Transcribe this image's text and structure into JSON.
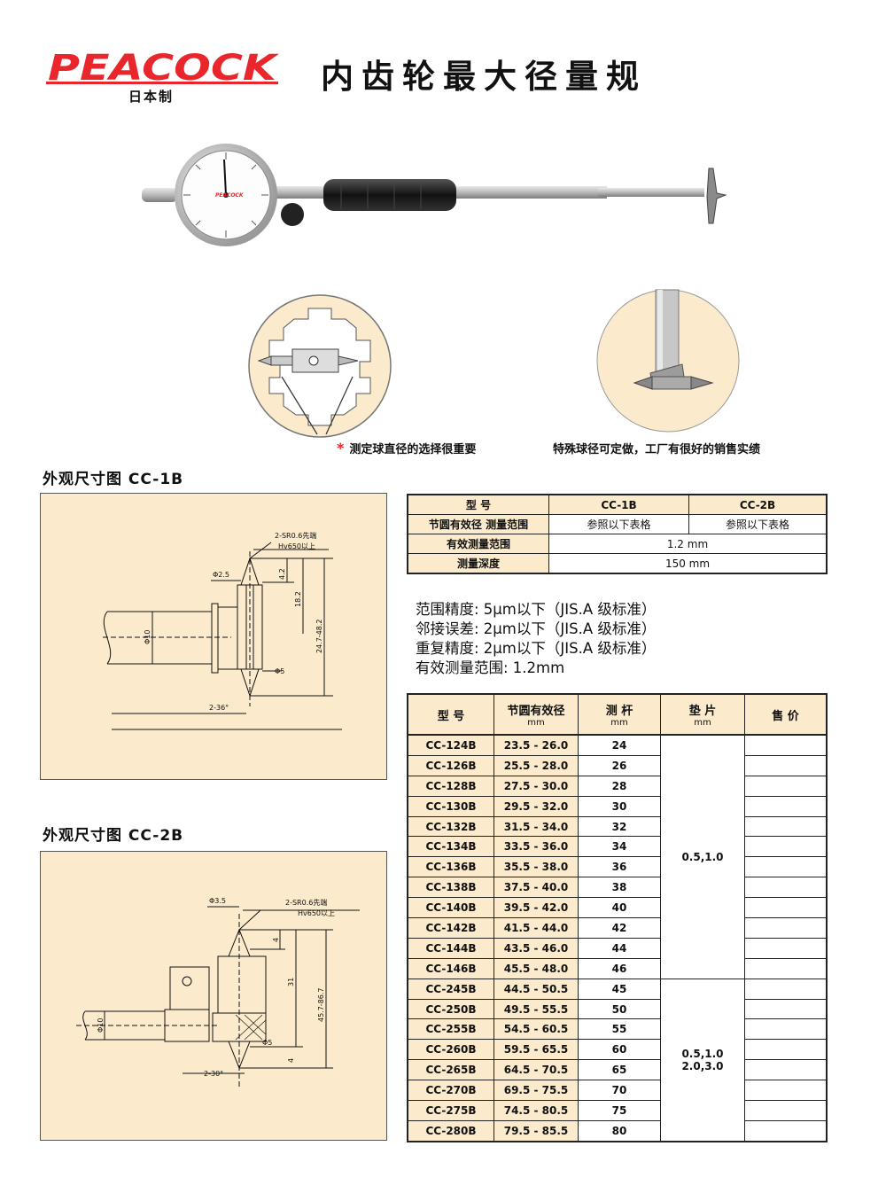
{
  "header": {
    "brand": "PEACOCK",
    "made_in": "日本制",
    "title": "内齿轮最大径量规"
  },
  "captions": {
    "left_star": "*",
    "left": "测定球直径的选择很重要",
    "right": "特殊球径可定做，工厂有很好的销售实绩"
  },
  "drawings": {
    "cc1b": {
      "label": "外观尺寸图  CC-1B",
      "ann_sr": "2-SR0.6先端",
      "ann_hv": "Hv650以上",
      "phi25": "Φ2.5",
      "phi10": "Φ10",
      "phi5": "Φ5",
      "d42": "4.2",
      "d182": "18.2",
      "range": "24.7-48.2",
      "angle": "2-36°"
    },
    "cc2b": {
      "label": "外观尺寸图  CC-2B",
      "ann_sr": "2-SR0.6先端",
      "ann_hv": "Hv650以上",
      "phi35": "Φ3.5",
      "phi10": "Φ10",
      "phi5": "Φ5",
      "d4a": "4",
      "d31": "31",
      "range": "45.7-86.7",
      "d4b": "4",
      "angle": "2-30°"
    }
  },
  "spec_table": {
    "h_model": "型    号",
    "h_cc1b": "CC-1B",
    "h_cc2b": "CC-2B",
    "r1_label": "节圆有效径 测量范围",
    "r1_cc1b": "参照以下表格",
    "r1_cc2b": "参照以下表格",
    "r2_label": "有效测量范围",
    "r2_value": "1.2 mm",
    "r3_label": "测量深度",
    "r3_value": "150 mm"
  },
  "notes": [
    "范围精度: 5μm以下（JIS.A 级标准）",
    "邻接误差: 2μm以下（JIS.A 级标准）",
    "重复精度: 2μm以下（JIS.A 级标准）",
    "有效测量范围: 1.2mm"
  ],
  "main_table": {
    "h_model": "型  号",
    "h_range": "节圆有效径",
    "h_range_unit": "mm",
    "h_rod": "测  杆",
    "h_rod_unit": "mm",
    "h_shim": "垫  片",
    "h_shim_unit": "mm",
    "h_price": "售  价",
    "shim_group1": "0.5,1.0",
    "shim_group2a": "0.5,1.0",
    "shim_group2b": "2.0,3.0",
    "rows": [
      {
        "model": "CC-124B",
        "range": "23.5 - 26.0",
        "rod": "24"
      },
      {
        "model": "CC-126B",
        "range": "25.5 - 28.0",
        "rod": "26"
      },
      {
        "model": "CC-128B",
        "range": "27.5 - 30.0",
        "rod": "28"
      },
      {
        "model": "CC-130B",
        "range": "29.5 - 32.0",
        "rod": "30"
      },
      {
        "model": "CC-132B",
        "range": "31.5 - 34.0",
        "rod": "32"
      },
      {
        "model": "CC-134B",
        "range": "33.5 - 36.0",
        "rod": "34"
      },
      {
        "model": "CC-136B",
        "range": "35.5 - 38.0",
        "rod": "36"
      },
      {
        "model": "CC-138B",
        "range": "37.5 - 40.0",
        "rod": "38"
      },
      {
        "model": "CC-140B",
        "range": "39.5 - 42.0",
        "rod": "40"
      },
      {
        "model": "CC-142B",
        "range": "41.5 - 44.0",
        "rod": "42"
      },
      {
        "model": "CC-144B",
        "range": "43.5 - 46.0",
        "rod": "44"
      },
      {
        "model": "CC-146B",
        "range": "45.5 - 48.0",
        "rod": "46"
      },
      {
        "model": "CC-245B",
        "range": "44.5 - 50.5",
        "rod": "45"
      },
      {
        "model": "CC-250B",
        "range": "49.5 - 55.5",
        "rod": "50"
      },
      {
        "model": "CC-255B",
        "range": "54.5 - 60.5",
        "rod": "55"
      },
      {
        "model": "CC-260B",
        "range": "59.5 - 65.5",
        "rod": "60"
      },
      {
        "model": "CC-265B",
        "range": "64.5 - 70.5",
        "rod": "65"
      },
      {
        "model": "CC-270B",
        "range": "69.5 - 75.5",
        "rod": "70"
      },
      {
        "model": "CC-275B",
        "range": "74.5 - 80.5",
        "rod": "75"
      },
      {
        "model": "CC-280B",
        "range": "79.5 - 85.5",
        "rod": "80"
      }
    ]
  },
  "colors": {
    "brand_red": "#e8262b",
    "panel_cream": "#fbeacb"
  }
}
